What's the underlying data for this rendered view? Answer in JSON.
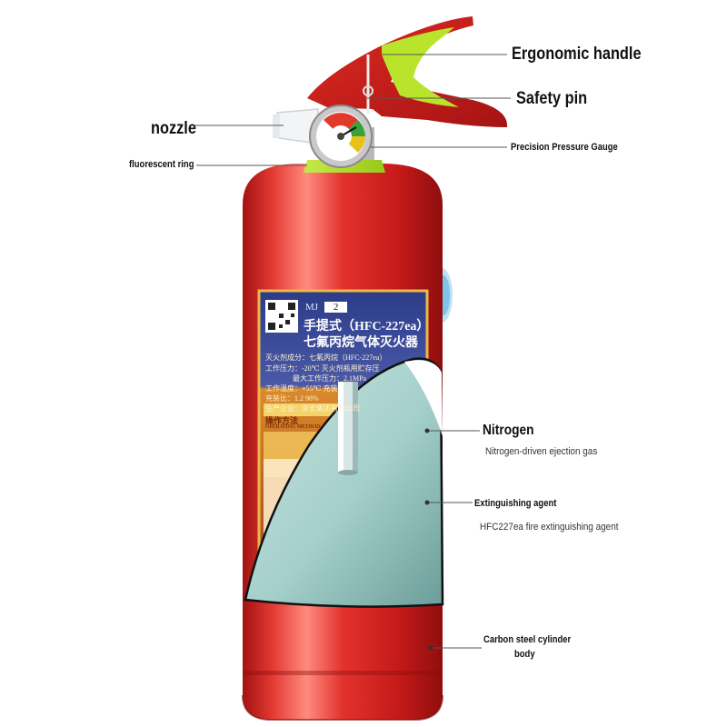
{
  "labels": {
    "ergonomic_handle": "Ergonomic handle",
    "safety_pin": "Safety pin",
    "nozzle": "nozzle",
    "pressure_gauge": "Precision Pressure Gauge",
    "fluorescent_ring": "fluorescent ring",
    "nitrogen_title": "Nitrogen",
    "nitrogen_desc": "Nitrogen-driven ejection gas",
    "agent_title": "Extinguishing agent",
    "agent_desc": "HFC227ea fire extinguishing agent",
    "cylinder_line1": "Carbon steel cylinder",
    "cylinder_line2": "body"
  },
  "plate": {
    "model_prefix": "MJ",
    "model_number": "2",
    "title_line1": "手提式（HFC-227ea）",
    "title_line2": "七氟丙烷气体灭火器",
    "spec_line1": "灭火剂成分：七氟丙烷（HFC-227ea）",
    "spec_line2": "工作压力：-20℃ 灭火剂瓶用贮存压",
    "spec_line3": "最大工作压力：2.1MPa",
    "spec_line4": "工作温度：+55℃ 充装",
    "spec_line5": "充装比：1.2 98%",
    "spec_line6": "生产企业：浙安集团有限公司",
    "method_label": "操作方法",
    "method_en": "OPERATING METHOD"
  },
  "colors": {
    "cylinder_red": "#d41f1f",
    "handle_red": "#c91d1d",
    "ring_green": "#b9e02a",
    "agent_teal": "#a9d3cf",
    "plate_blue": "#2f3e8c",
    "plate_gold": "#e9b94c"
  }
}
